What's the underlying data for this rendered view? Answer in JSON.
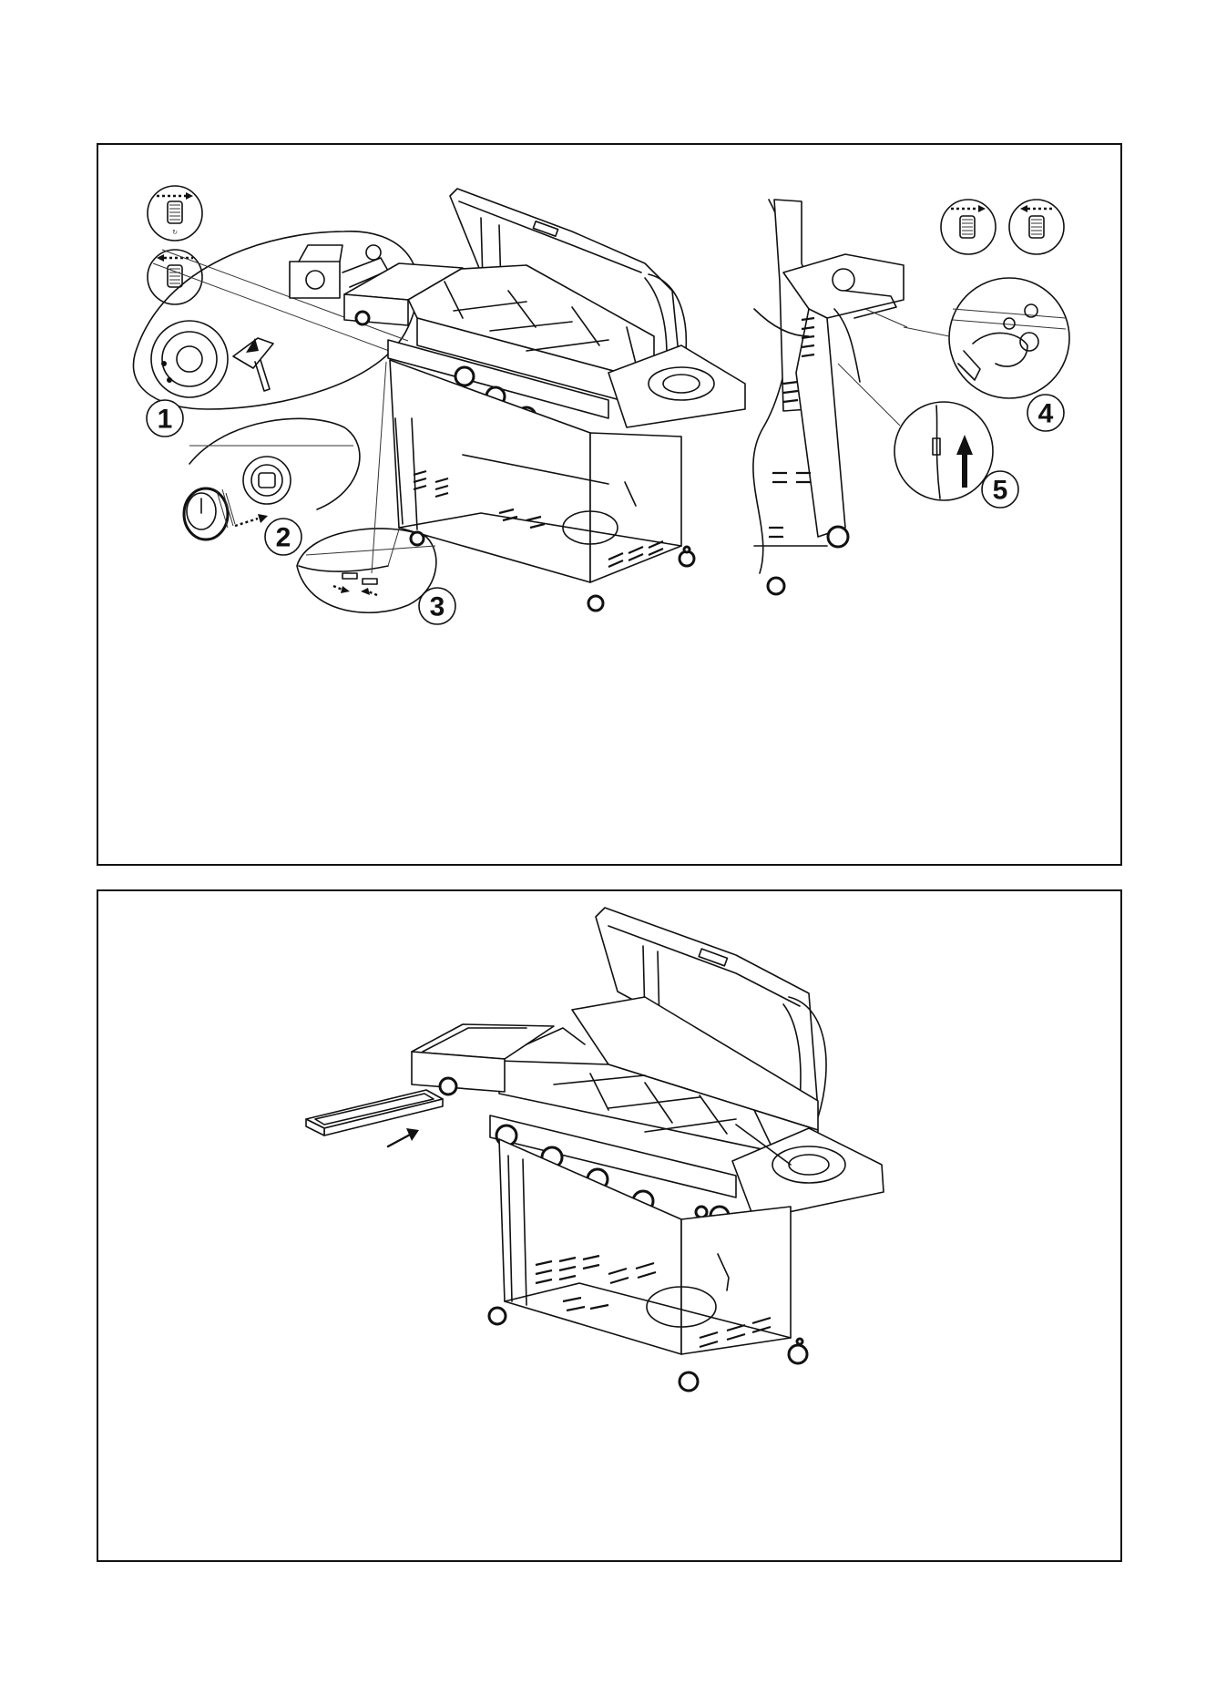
{
  "steps_top": [
    {
      "number": "1",
      "label": "step-1"
    },
    {
      "number": "2",
      "label": "step-2"
    },
    {
      "number": "3",
      "label": "step-3"
    },
    {
      "number": "4",
      "label": "step-4"
    },
    {
      "number": "5",
      "label": "step-5"
    }
  ],
  "icons": {
    "tighten": "tighten-direction-icon",
    "loosen": "loosen-direction-icon",
    "push": "push-arrow-icon"
  },
  "colors": {
    "line": "#111111",
    "background": "#ffffff"
  }
}
